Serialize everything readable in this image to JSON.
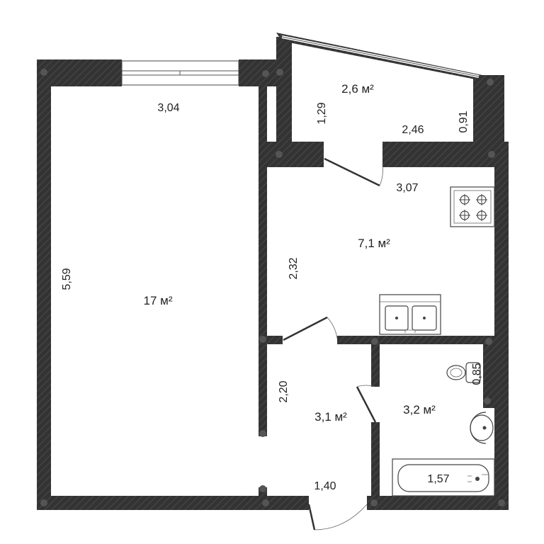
{
  "colors": {
    "wall": "#333333",
    "background": "#ffffff",
    "text": "#222222",
    "fixture": "#444444"
  },
  "rooms": {
    "living": {
      "area": "17 м²"
    },
    "balcony": {
      "area": "2,6 м²"
    },
    "kitchen": {
      "area": "7,1 м²"
    },
    "hall": {
      "area": "3,1 м²"
    },
    "bathroom": {
      "area": "3,2 м²"
    }
  },
  "dimensions": {
    "living_width": "3,04",
    "living_length": "5,59",
    "balcony_left": "1,29",
    "balcony_width": "2,46",
    "balcony_right": "0,91",
    "kitchen_width": "3,07",
    "kitchen_length": "2,32",
    "hall_length": "2,20",
    "hall_width": "1,40",
    "bath_toilet": "0,85",
    "bathtub": "1,57"
  },
  "icons": [
    "stove-icon",
    "sink-icon",
    "toilet-icon",
    "washbasin-icon",
    "bathtub-icon"
  ]
}
